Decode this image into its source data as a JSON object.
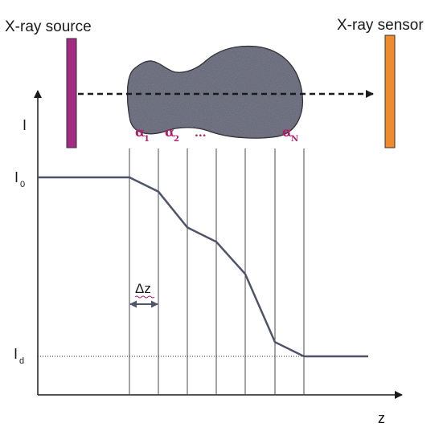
{
  "labels": {
    "source": "X-ray source",
    "sensor": "X-ray sensor",
    "intensity_axis": "I",
    "depth_axis": "z",
    "i0_base": "I",
    "i0_sub": "0",
    "id_base": "I",
    "id_sub": "d",
    "delta_z": "Δz",
    "alpha_base": "α",
    "alpha1_sub": "1",
    "alpha2_sub": "2",
    "ellipsis": "...",
    "alphaN_sub": "N"
  },
  "colors": {
    "source": "#a32b82",
    "sensor": "#f08a2a",
    "object": "#5e6070",
    "curve": "#50546a",
    "alpha": "#b01d6a"
  },
  "intensity_profile": {
    "segments": 6,
    "levels_fraction_of_I0": [
      1.0,
      1.0,
      0.92,
      0.72,
      0.64,
      0.46,
      0.08,
      0.0,
      0.0
    ]
  }
}
